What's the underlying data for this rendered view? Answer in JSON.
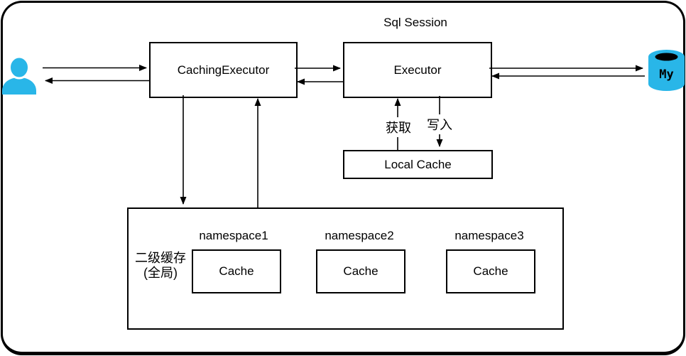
{
  "diagram": {
    "session_label": "Sql Session",
    "boxes": {
      "caching_executor": "CachingExecutor",
      "executor": "Executor",
      "local_cache": "Local Cache"
    },
    "arrows": {
      "get_label": "获取",
      "write_label": "写入"
    },
    "l2_cache": {
      "label_line1": "二级缓存",
      "label_line2": "(全局)",
      "namespaces": [
        {
          "label": "namespace1",
          "cache": "Cache"
        },
        {
          "label": "namespace2",
          "cache": "Cache"
        },
        {
          "label": "namespace3",
          "cache": "Cache"
        }
      ]
    },
    "mysql_icon_text": "My",
    "colors": {
      "icon_blue": "#29B6E8",
      "line_black": "#000000",
      "background": "#FFFFFF"
    }
  }
}
